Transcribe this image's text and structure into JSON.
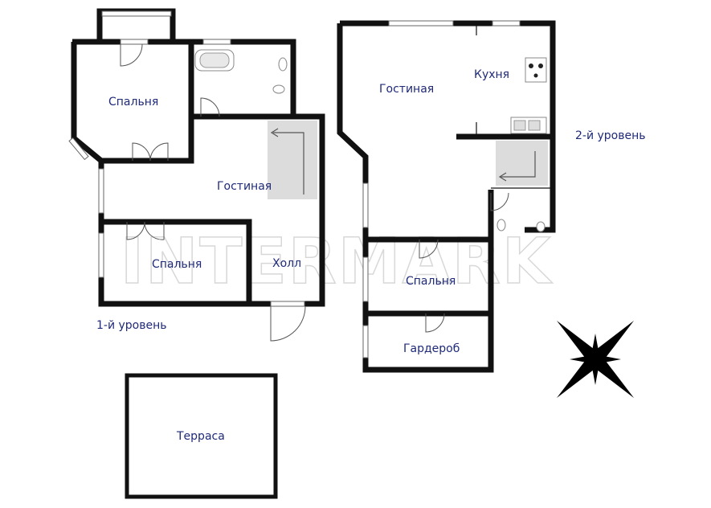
{
  "watermark": "INTERMARK",
  "levels": {
    "level1": "1-й уровень",
    "level2": "2-й уровень"
  },
  "rooms": {
    "l1_bedroom_top": "Спальня",
    "l1_living": "Гостиная",
    "l1_bedroom_bottom": "Спальня",
    "l1_hall": "Холл",
    "l2_living": "Гостиная",
    "l2_kitchen": "Кухня",
    "l2_bedroom": "Спальня",
    "l2_wardrobe": "Гардероб",
    "terrace": "Терраса"
  },
  "icons": {
    "compass": "compass-rose-icon",
    "bathtub": "bathtub-icon",
    "toilet": "toilet-icon",
    "sink": "sink-icon",
    "stove": "stove-icon",
    "stairs": "stairs-icon"
  }
}
